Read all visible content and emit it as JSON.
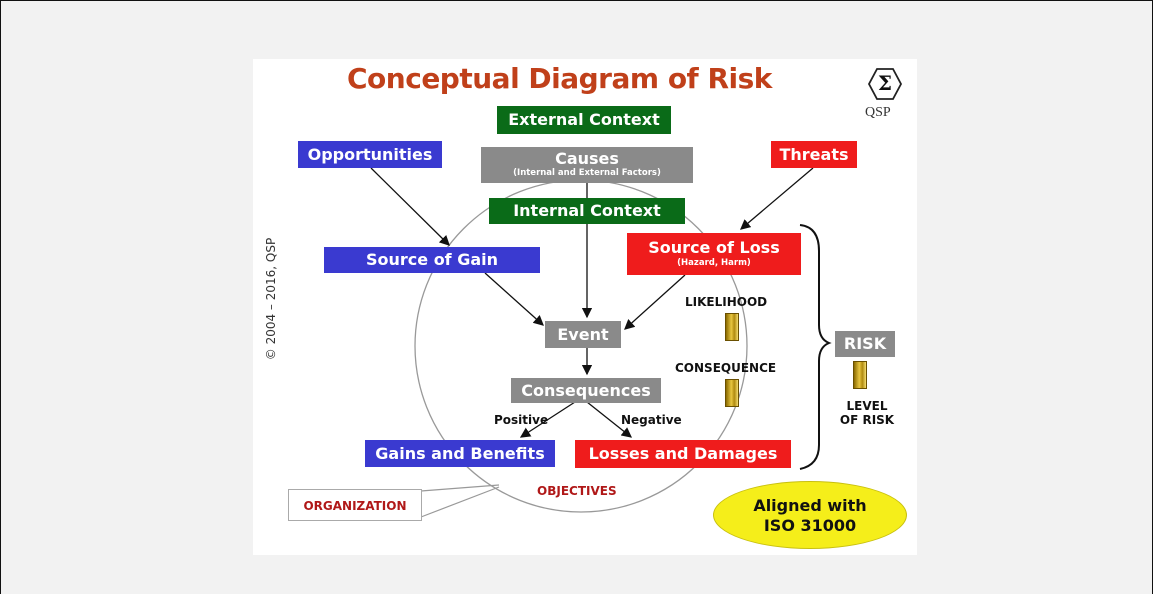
{
  "title": "Conceptual Diagram of Risk",
  "logo": {
    "symbol": "Σ",
    "text": "QSP"
  },
  "copyright": "© 2004 – 2016, QSP",
  "boxes": {
    "external_context": "External Context",
    "causes": "Causes",
    "causes_sub": "(Internal and External Factors)",
    "internal_context": "Internal Context",
    "opportunities": "Opportunities",
    "threats": "Threats",
    "source_of_gain": "Source of Gain",
    "source_of_loss": "Source of Loss",
    "source_of_loss_sub": "(Hazard, Harm)",
    "event": "Event",
    "consequences": "Consequences",
    "gains_and_benefits": "Gains and Benefits",
    "losses_and_damages": "Losses and Damages",
    "risk": "RISK"
  },
  "labels": {
    "likelihood": "LIKELIHOOD",
    "consequence": "CONSEQUENCE",
    "level_of_risk_line1": "LEVEL",
    "level_of_risk_line2": "OF RISK",
    "positive": "Positive",
    "negative": "Negative",
    "objectives": "OBJECTIVES",
    "organization": "ORGANIZATION"
  },
  "badge": {
    "line1": "Aligned with",
    "line2": "ISO 31000"
  },
  "colors": {
    "title": "#c0401a",
    "green": "#0a6b18",
    "gray": "#8a8a8a",
    "blue": "#3a3ad0",
    "red": "#ef1c1c",
    "badge": "#f5ee1a",
    "organization_text": "#b01818",
    "objectives_text": "#b01818"
  }
}
